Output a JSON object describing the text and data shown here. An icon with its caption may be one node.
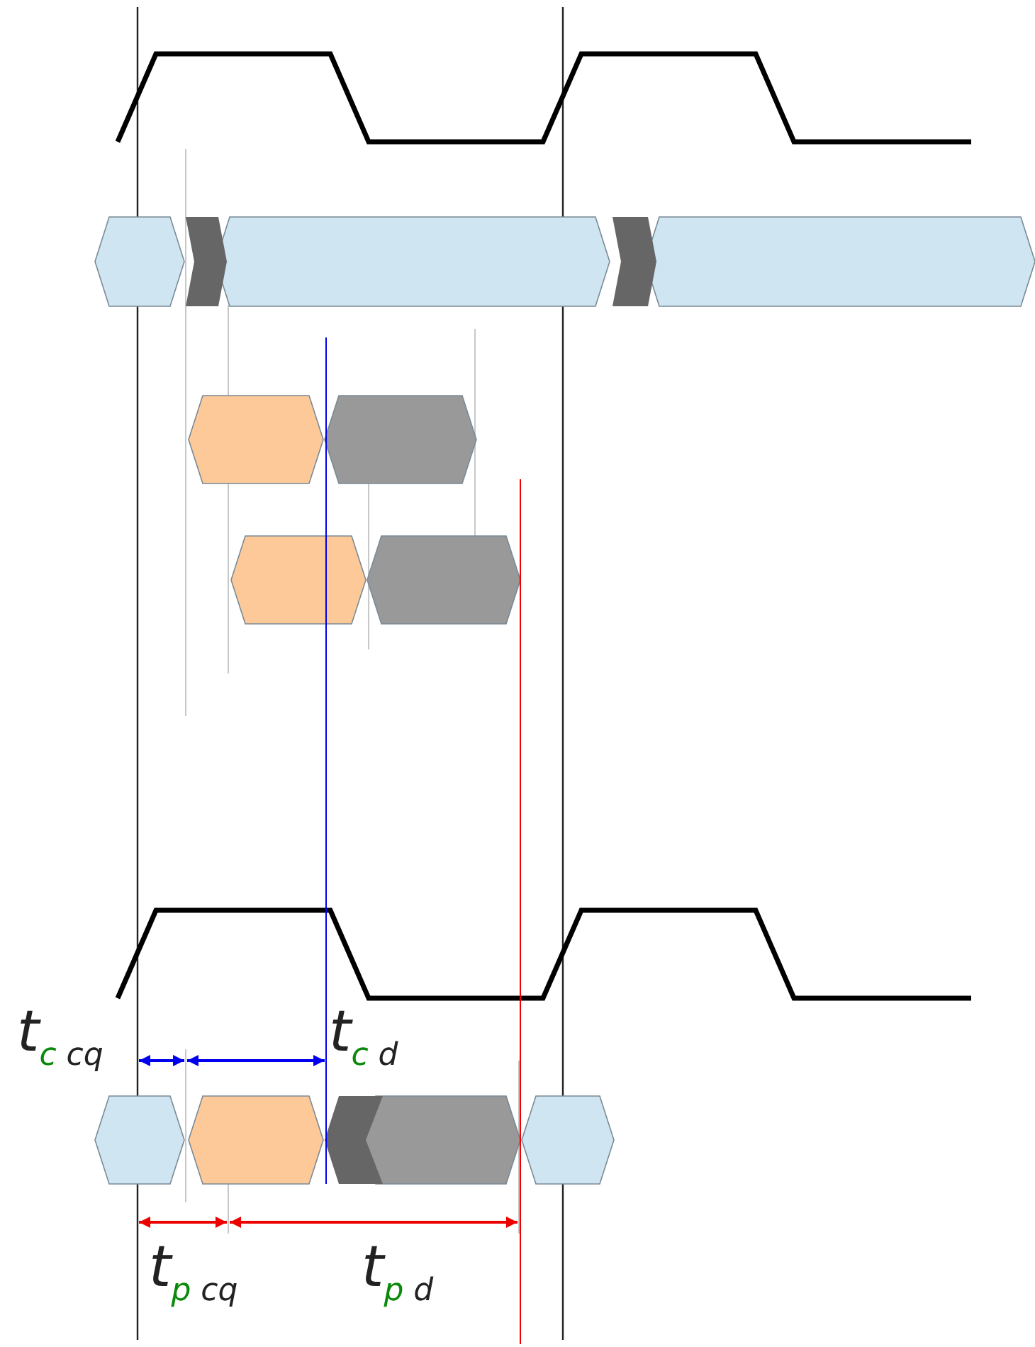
{
  "diagram": {
    "labels": [
      "t$_{c cq}$",
      "t$_{c d}$",
      "t$_{p cq}$",
      "t$_{p d}$"
    ]
  }
}
